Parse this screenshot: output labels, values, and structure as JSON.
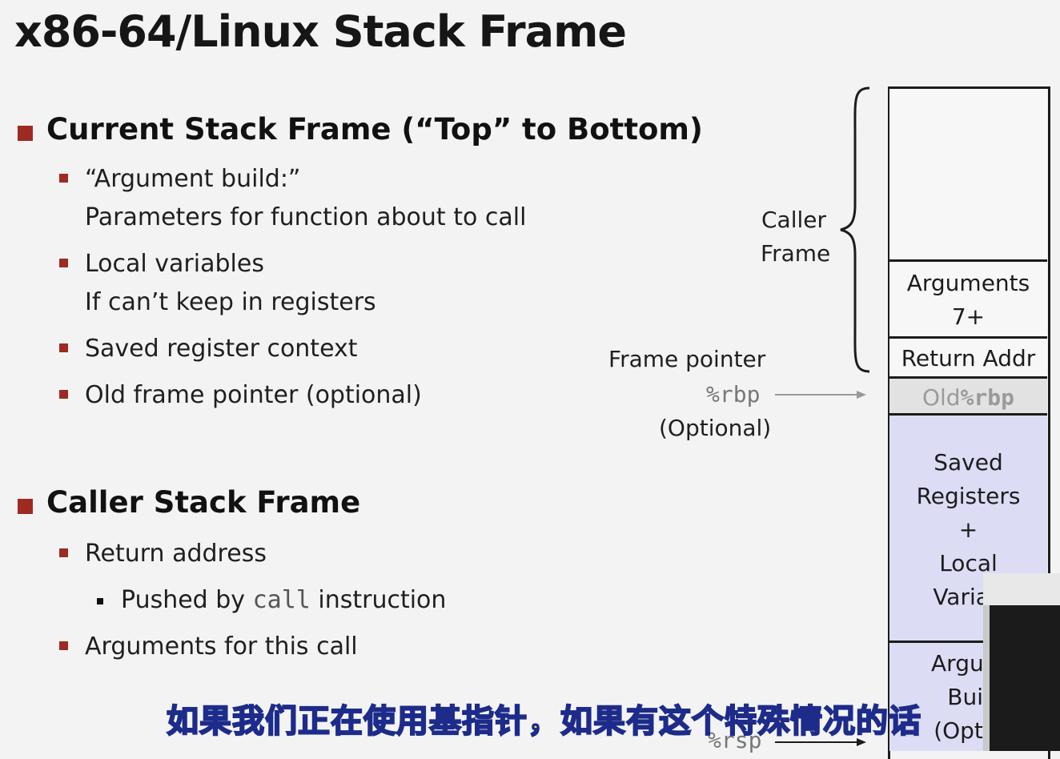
{
  "title": "x86-64/Linux Stack Frame",
  "sections": [
    {
      "heading": "Current Stack Frame (“Top” to Bottom)",
      "items": [
        {
          "line1": "“Argument build:”",
          "line2": "Parameters for function about to call"
        },
        {
          "line1": "Local variables",
          "line2": "If can’t keep in registers"
        },
        {
          "line1": "Saved register context"
        },
        {
          "line1": "Old frame pointer (optional)"
        }
      ]
    },
    {
      "heading": "Caller Stack Frame",
      "items": [
        {
          "line1": "Return address",
          "sub": {
            "prefix": "Pushed by ",
            "code": "call",
            "suffix": " instruction"
          }
        },
        {
          "line1": "Arguments for this call"
        }
      ]
    }
  ],
  "diagram": {
    "caller_frame_label": [
      "Caller",
      "Frame"
    ],
    "frame_pointer": {
      "label": "Frame pointer",
      "register": "%rbp",
      "note": "(Optional)"
    },
    "stack_pointer_register": "%rsp",
    "cells": {
      "arguments": [
        "Arguments",
        "7+"
      ],
      "return_addr": "Return Addr",
      "old_rbp_prefix": "Old ",
      "old_rbp_reg": "%rbp",
      "saved": [
        "Saved",
        "Registers",
        "+",
        "Local",
        "Variab"
      ],
      "arg_build": [
        "Argum",
        "Buil",
        "(Optio"
      ]
    },
    "colors": {
      "frame_fill": "#dcdcf5",
      "old_rbp_fill": "#e2e2e2",
      "bullet": "#9e2a22"
    }
  },
  "subtitle": "如果我们正在使用基指针，如果有这个特殊情况的话"
}
